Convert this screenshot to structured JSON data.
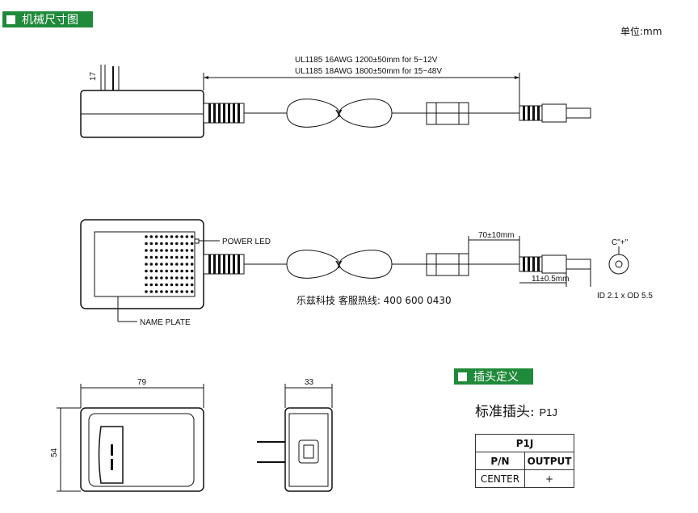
{
  "header": {
    "title": "机械尺寸图",
    "unit": "单位:mm"
  },
  "top_view": {
    "cable_spec_line1": "UL1185 16AWG 1200±50mm for 5~12V",
    "cable_spec_line2": "UL1185 18AWG 1800±50mm for 15~48V",
    "prong_dim": "17",
    "choke_label": "Y"
  },
  "front_view": {
    "power_led": "POWER LED",
    "name_plate": "NAME PLATE",
    "choke_label": "Y",
    "dim_plug_body": "70±10mm",
    "dim_plug_tip": "11±0.5mm",
    "polarity": "C\"+\"",
    "connector_id": "ID 2.1 x OD 5.5",
    "hotline": "乐兹科技 客服热线: 400 600 0430"
  },
  "bottom_views": {
    "width_dim": "79",
    "height_dim": "54",
    "depth_dim": "33"
  },
  "plug_def": {
    "title": "插头定义",
    "label_prefix": "标准插头:",
    "label_value": "P1J",
    "table": {
      "title": "P1J",
      "col1": "P/N",
      "col2": "OUTPUT",
      "row_pn": "CENTER",
      "row_out": "+"
    }
  }
}
